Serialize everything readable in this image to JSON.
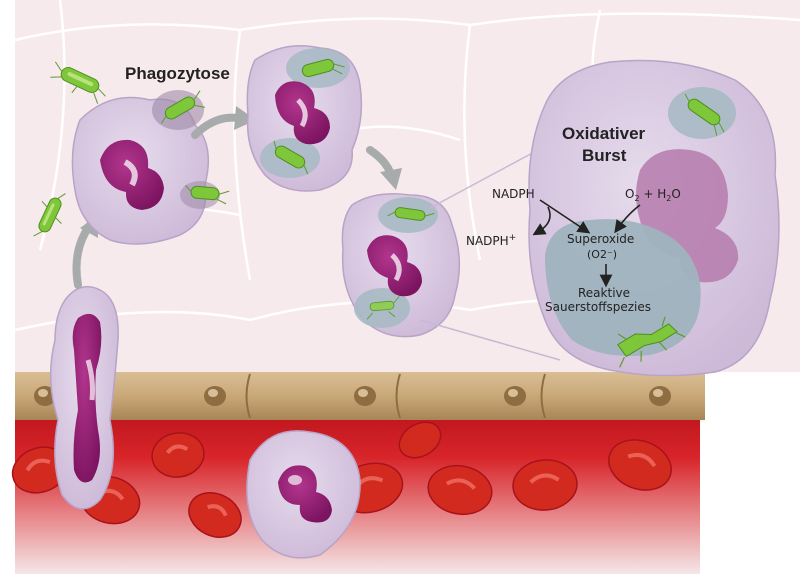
{
  "labels": {
    "phagocytosis": "Phagozytose",
    "burst_line1": "Oxidativer",
    "burst_line2": "Burst",
    "nadph": "NADPH",
    "nadph_plus": "NADPH",
    "nadph_plus_sup": "+",
    "o2": "O",
    "o2_sub": "2",
    "plus_h2o": " + H",
    "h2o_sub": "2",
    "h2o_o": "O",
    "superoxide": "Superoxide",
    "superoxide_formula": "(O2⁻)",
    "ros_line1": "Reaktive",
    "ros_line2": "Sauerstoffspezies"
  },
  "colors": {
    "tissue": "#f8ecee",
    "tissue_line": "#ffffff",
    "cell": "#d8c8df",
    "cell_edge": "#b9a3c6",
    "nucleus": "#8c1a6a",
    "vacuole": "#9fb3be",
    "bacteria": "#7ec63a",
    "endothelium": "#c7a77a",
    "endo_nucleus": "#8f6d42",
    "blood": "#c8141c",
    "rbc": "#d42a1e",
    "arrow": "#a8abab"
  }
}
